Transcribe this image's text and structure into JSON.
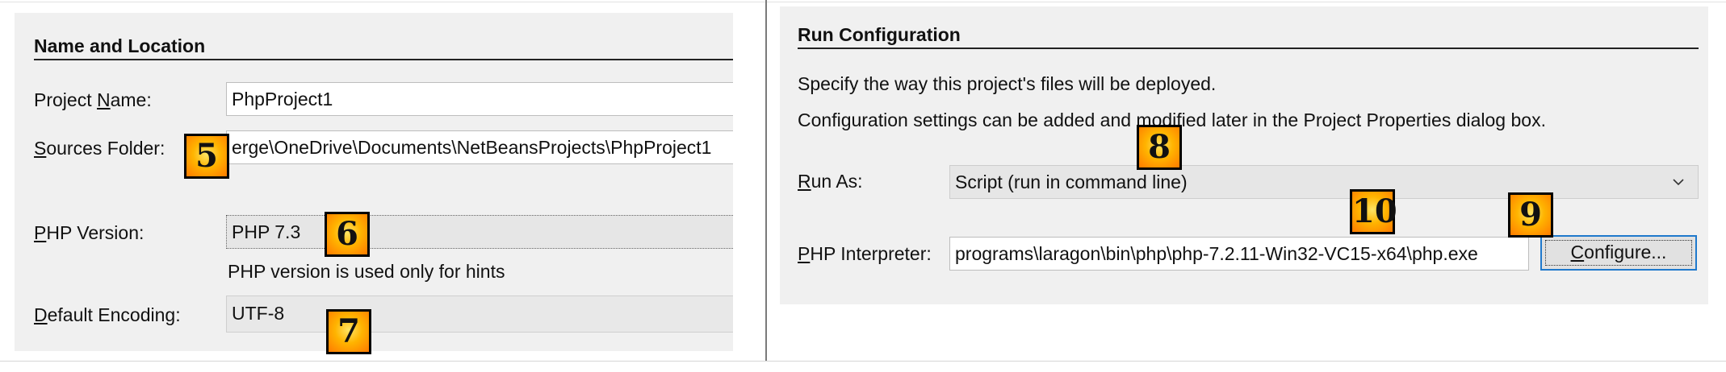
{
  "left_section": {
    "title": "Name and Location",
    "project_name": {
      "label_pre": "Project ",
      "label_key": "N",
      "label_post": "ame:",
      "value": "PhpProject1"
    },
    "sources_folder": {
      "label_pre": "",
      "label_key": "S",
      "label_post": "ources Folder:",
      "value": "erge\\OneDrive\\Documents\\NetBeansProjects\\PhpProject1"
    },
    "php_version": {
      "label_pre": "",
      "label_key": "P",
      "label_post": "HP Version:",
      "value": "PHP 7.3",
      "hint": "PHP version is used only for hints"
    },
    "default_encoding": {
      "label_pre": "",
      "label_key": "D",
      "label_post": "efault Encoding:",
      "value": "UTF-8"
    }
  },
  "right_section": {
    "title": "Run Configuration",
    "description_1": "Specify the way this project's files will be deployed.",
    "description_2": "Configuration settings can be added and modified later in the Project Properties dialog box.",
    "run_as": {
      "label_pre": "",
      "label_key": "R",
      "label_post": "un As:",
      "value": "Script (run in command line)"
    },
    "php_interpreter": {
      "label_pre": "",
      "label_key": "P",
      "label_post": "HP Interpreter:",
      "value": "programs\\laragon\\bin\\php\\php-7.2.11-Win32-VC15-x64\\php.exe"
    },
    "configure_button": {
      "label_pre": "",
      "label_key": "C",
      "label_post": "onfigure..."
    }
  },
  "callouts": [
    "5",
    "6",
    "7",
    "8",
    "9",
    "10"
  ],
  "colors": {
    "badge_fill": "#ffb400",
    "focus_border": "#1f79cc",
    "panel_bg": "#f0f0f0"
  },
  "icons": {
    "run_as_dropdown": "chevron-down-icon"
  }
}
